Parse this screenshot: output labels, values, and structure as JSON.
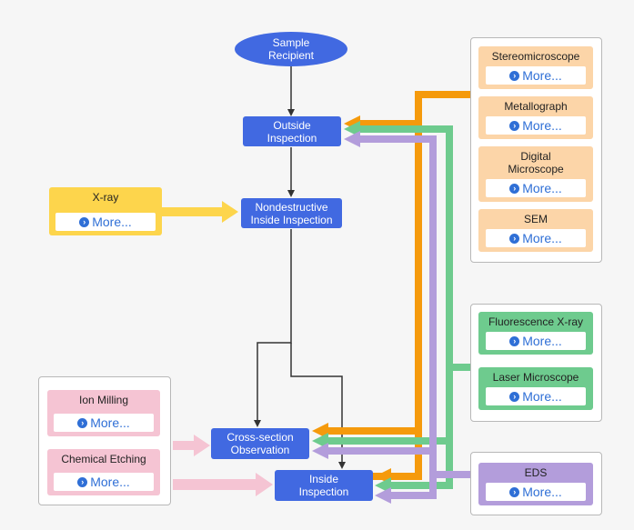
{
  "colors": {
    "node": "#4169e1",
    "orange": "#f59a0c",
    "orange_card": "#fcd5a8",
    "green": "#6ecb8e",
    "purple": "#b39ddb",
    "yellow": "#fdd54c",
    "pink": "#f5c4d3",
    "line": "#333333",
    "link": "#2f6fd6"
  },
  "icons": {
    "more": "chevron-right-circle-icon"
  },
  "flow": {
    "sample": "Sample\nRecipient",
    "outside": "Outside\nInspection",
    "nondestructive": "Nondestructive\nInside Inspection",
    "cross": "Cross-section\nObservation",
    "inside": "Inside\nInspection"
  },
  "more_label": "More...",
  "cards": {
    "stereo": "Stereomicroscope",
    "metallo": "Metallograph",
    "digital": "Digital\nMicroscope",
    "sem": "SEM",
    "fluor": "Fluorescence X-ray",
    "laser": "Laser Microscope",
    "eds": "EDS",
    "xray": "X-ray",
    "ion": "Ion Milling",
    "etch": "Chemical Etching"
  }
}
